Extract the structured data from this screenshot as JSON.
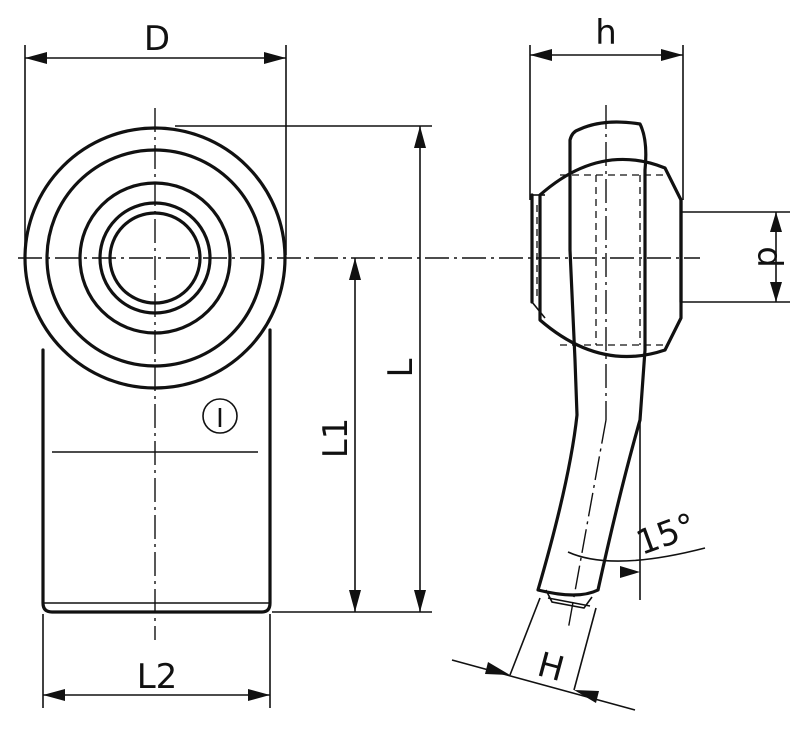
{
  "labels": {
    "D": "D",
    "h": "h",
    "d": "d",
    "L": "L",
    "L1": "L1",
    "L2": "L2",
    "H": "H",
    "angle": "15°",
    "marking": "I"
  }
}
